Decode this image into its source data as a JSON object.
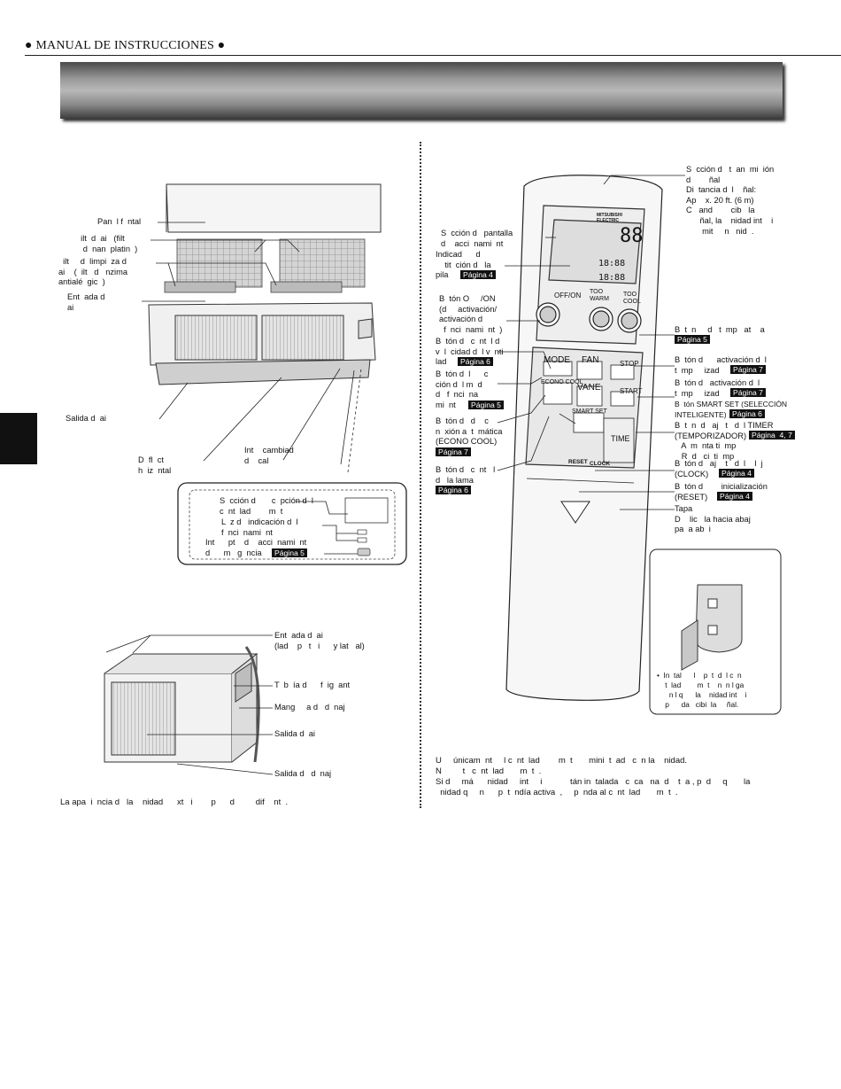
{
  "header": {
    "title": "● MANUAL DE INSTRUCCIONES ●"
  },
  "indoor": {
    "panel": "Pan  l f  ntal",
    "air_filter": "  ilt  d  ai   (filt\n   d  nan  platin  )",
    "cleaning_filter": "  ilt     d  limpi  za d\nai    (  ilt   d   nzima\nantialé  gic  )",
    "air_inlet": "Ent  ada d\nai",
    "air_outlet": "Salida d  ai",
    "horizontal_vane": "D  fl  ct\nh  iz  ntal",
    "heat_exchanger": "Int    cambiad\nd    cal",
    "receiver": "S  cción d       c  pción d  l\nc  nt  lad        m  t",
    "indicator": "L  z d   indicación d  l\nf  nci  nami  nt",
    "emergency": "Int      pt    d    acci  nami  nt\nd      m   g  ncia",
    "emergency_page": "Página 5"
  },
  "outdoor": {
    "air_inlet": "Ent  ada d  ai\n(lad    p   t   i      y lat   al)",
    "refrigerant_pipe": "T  b  ía d      f  ig  ant",
    "drain_hose": "Mang     a d   d  naj",
    "air_outlet": "Salida d  ai",
    "drain_outlet": "Salida d   d  naj",
    "footnote": "La apa  i  ncia d   la    nidad      xt   i        p      d         dif    nt  ."
  },
  "remote": {
    "emission": "S  cción d   t  an  mi  ión\nd        ñal\nDi  tancia d  l    ñal:\nAp    x. 20 ft. (6 m)\nC   and        cib   la\n      ñal, la    nidad int    i\n       mit     n   nid  .",
    "display": "S  cción d   pantalla\nd    acci  nami  nt",
    "battery": "Indicad      d\n    tit  ción d   la\npila",
    "battery_page": "Página 4",
    "onoff": "B  tón O     /ON\n(d     activación/\nactivación d\n  f  nci  nami  nt  )",
    "fan_speed": "B  tón d   c  nt  l d\nv  l  cidad d  l v  nti\nlad",
    "fan_speed_page": "Página 6",
    "mode": "B  tón d  l      c\nción d  l m  d\nd   f  nci  na\nmi  nt",
    "mode_page": "Página 5",
    "econo": "B  tón d   d    c\nn  xión a  t  mática\n(ECONO COOL)",
    "econo_page": "Página 7",
    "vane": "B  tón d   c  nt   l\nd   la lama",
    "vane_page": "Página 6",
    "temp": "B  t  n     d   t  mp   at    a",
    "temp_page": "Página 5",
    "off_timer": "B  tón d      activación d  l\nt  mp     izad",
    "off_timer_page": "Página 7",
    "on_timer": "B  tón d   activación d  l\nt  mp     izad",
    "on_timer_page": "Página 7",
    "smart_set": "B  tón SMART SET (SELECCIÓN\nINTELIGENTE)",
    "smart_set_page": "Página 6",
    "timer_set": "B  t  n  d   aj   t   d  l TIMER\n(TEMPORIZADOR)",
    "timer_set_page": "Página  4, 7",
    "timer_sub": "   A  m  nta ti  mp\n   R  d   ci  ti  mp",
    "clock": "B  tón d   aj    t   d  l    l  j\n(CLOCK)",
    "clock_page": "Página 4",
    "reset": "B  tón d        inicialización\n(RESET)",
    "reset_page": "Página 4",
    "cover": "Tapa\nD    lic   la hacia abaj\npa  a ab  i",
    "holder_note": "•  In  tal      l    p  t  d  l c  n\n    t  lad        m  t    n  n l ga\n      n l q      la    nidad int    i\n    p      da   cibi  la     ñal.",
    "bottom_note": "U     únicam  nt     l c  nt  lad        m  t       mini  t  ad   c  n la    nidad.\nN         t   c  nt  lad       m  t  .\nSi d     má      nidad     int     i            tán in  talada   c  ca   na  d    t  a , p  d     q       la\n  nidad q     n      p  t  ndía activa  ,     p  nda al c  nt  lad       m  t  .",
    "keys": {
      "mode": "MODE",
      "fan": "FAN",
      "vane": "VANE",
      "econo": "ECONO COOL",
      "smart": "SMART SET",
      "offon": "OFF/ON",
      "warm": "TOO\nWARM",
      "cool": "TOO\nCOOL",
      "stop": "STOP",
      "start": "START",
      "time": "TIME",
      "reset": "RESET",
      "clock": "CLOCK",
      "brand": "MITSUBISHI\nELECTRIC",
      "lcd_big": "88",
      "lcd_t1": "18:88",
      "lcd_t2": "18:88"
    }
  }
}
